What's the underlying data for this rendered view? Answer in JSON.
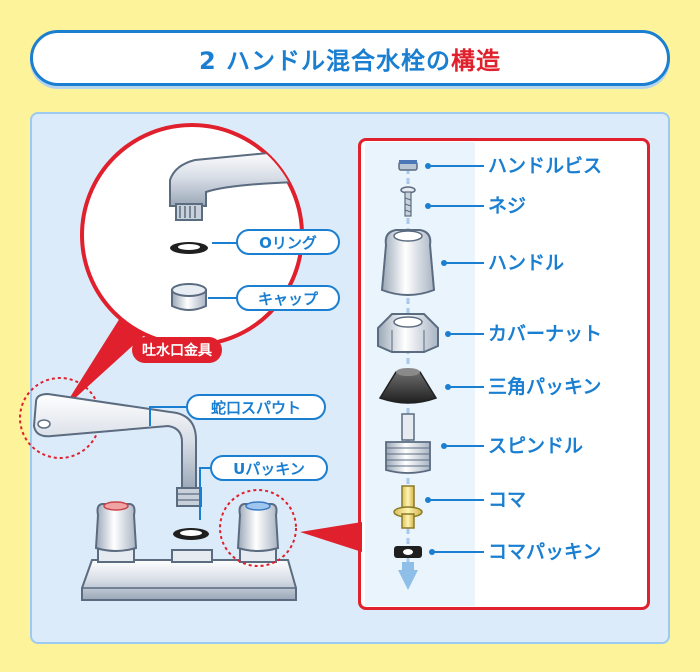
{
  "title": {
    "main": "2 ハンドル混合水栓の",
    "accent": "構造"
  },
  "spout_detail": {
    "label": "吐水口金具",
    "callouts": [
      {
        "label": "Oリング"
      },
      {
        "label": "キャップ"
      }
    ]
  },
  "faucet_callouts": [
    {
      "label": "蛇口スパウト"
    },
    {
      "label": "Uパッキン"
    }
  ],
  "parts": [
    {
      "label": "ハンドルビス"
    },
    {
      "label": "ネジ"
    },
    {
      "label": "ハンドル"
    },
    {
      "label": "カバーナット"
    },
    {
      "label": "三角パッキン"
    },
    {
      "label": "スピンドル"
    },
    {
      "label": "コマ"
    },
    {
      "label": "コマパッキン"
    }
  ],
  "colors": {
    "background": "#fdf39a",
    "panel": "#dcebfa",
    "accent_blue": "#1a7fd1",
    "accent_red": "#e0202c"
  }
}
